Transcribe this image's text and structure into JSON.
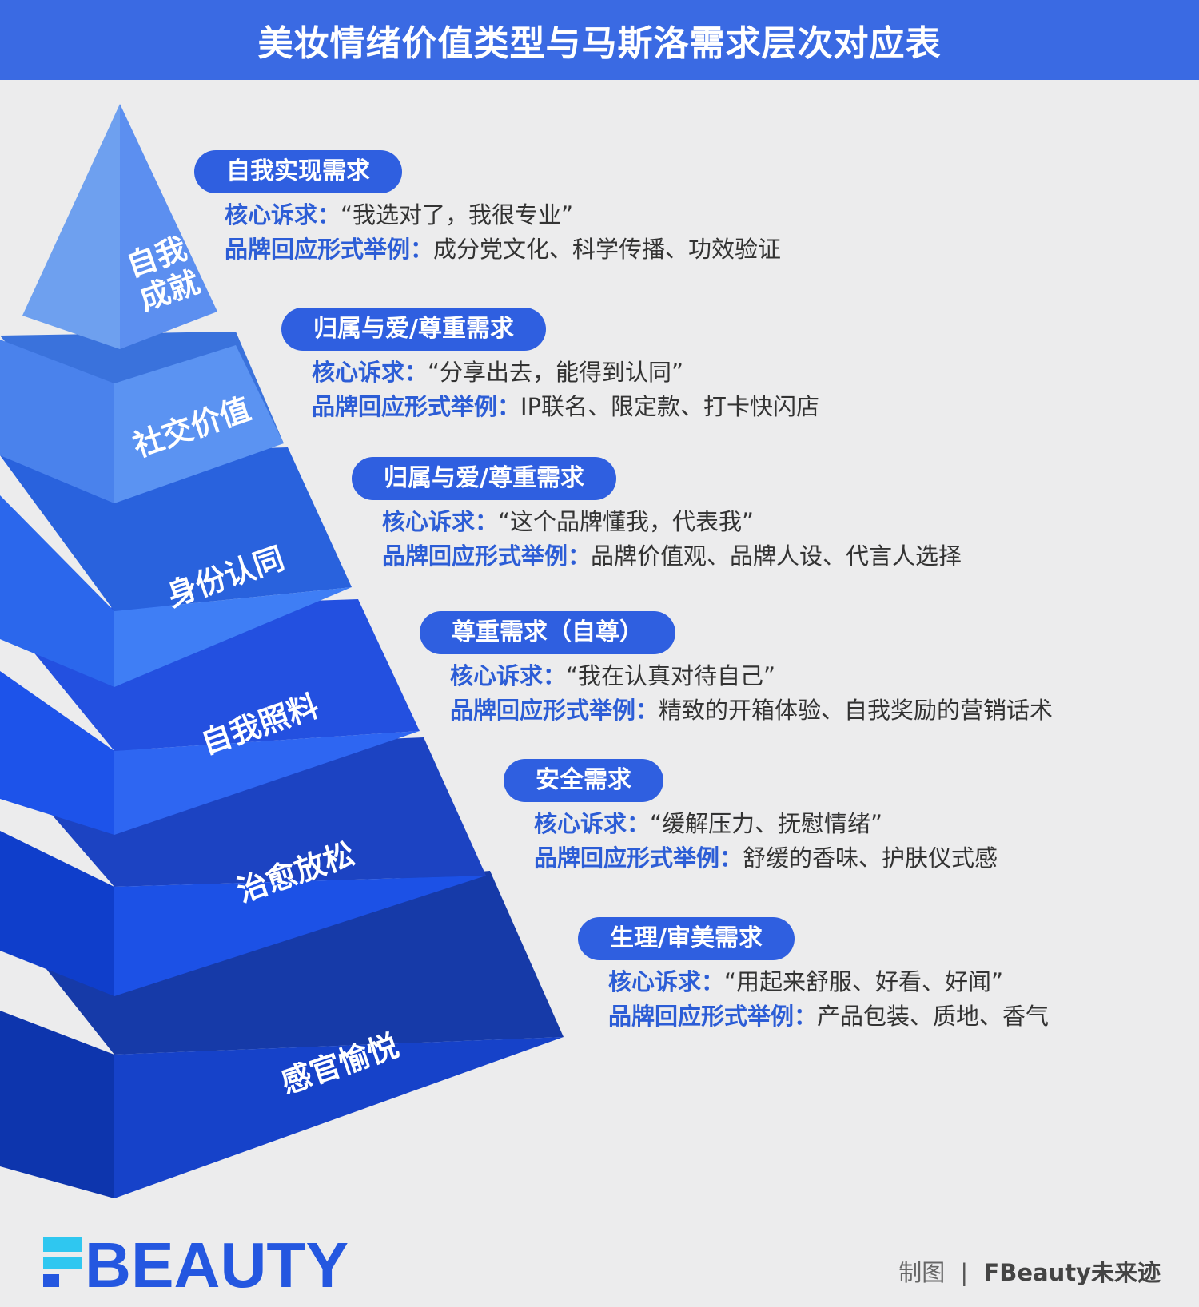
{
  "header": {
    "title": "美妆情绪价值类型与马斯洛需求层次对应表"
  },
  "colors": {
    "header_bg": "#3a6ae3",
    "pill_bg": "#2f5fe0",
    "key_text": "#2c5dd6",
    "logo_cyan": "#2fc7f0",
    "logo_blue": "#2457e0"
  },
  "layers": [
    {
      "label_line1": "自我",
      "label_line2": "成就",
      "need": "自我实现需求",
      "appeal_key": "核心诉求：",
      "appeal": "“我选对了，我很专业”",
      "example_key": "品牌回应形式举例：",
      "example": "成分党文化、科学传播、功效验证"
    },
    {
      "label": "社交价值",
      "need": "归属与爱/尊重需求",
      "appeal_key": "核心诉求：",
      "appeal": "“分享出去，能得到认同”",
      "example_key": "品牌回应形式举例：",
      "example": "IP联名、限定款、打卡快闪店"
    },
    {
      "label": "身份认同",
      "need": "归属与爱/尊重需求",
      "appeal_key": "核心诉求：",
      "appeal": "“这个品牌懂我，代表我”",
      "example_key": "品牌回应形式举例：",
      "example": "品牌价值观、品牌人设、代言人选择"
    },
    {
      "label": "自我照料",
      "need": "尊重需求（自尊）",
      "appeal_key": "核心诉求：",
      "appeal": "“我在认真对待自己”",
      "example_key": "品牌回应形式举例：",
      "example": "精致的开箱体验、自我奖励的营销话术"
    },
    {
      "label": "治愈放松",
      "need": "安全需求",
      "appeal_key": "核心诉求：",
      "appeal": "“缓解压力、抚慰情绪”",
      "example_key": "品牌回应形式举例：",
      "example": "舒缓的香味、护肤仪式感"
    },
    {
      "label": "感官愉悦",
      "need": "生理/审美需求",
      "appeal_key": "核心诉求：",
      "appeal": "“用起来舒服、好看、好闻”",
      "example_key": "品牌回应形式举例：",
      "example": "产品包装、质地、香气"
    }
  ],
  "footer": {
    "logo_text": "BEAUTY",
    "credit_label": "制图",
    "credit_sep": "|",
    "credit_brand": "FBeauty未来迹"
  }
}
